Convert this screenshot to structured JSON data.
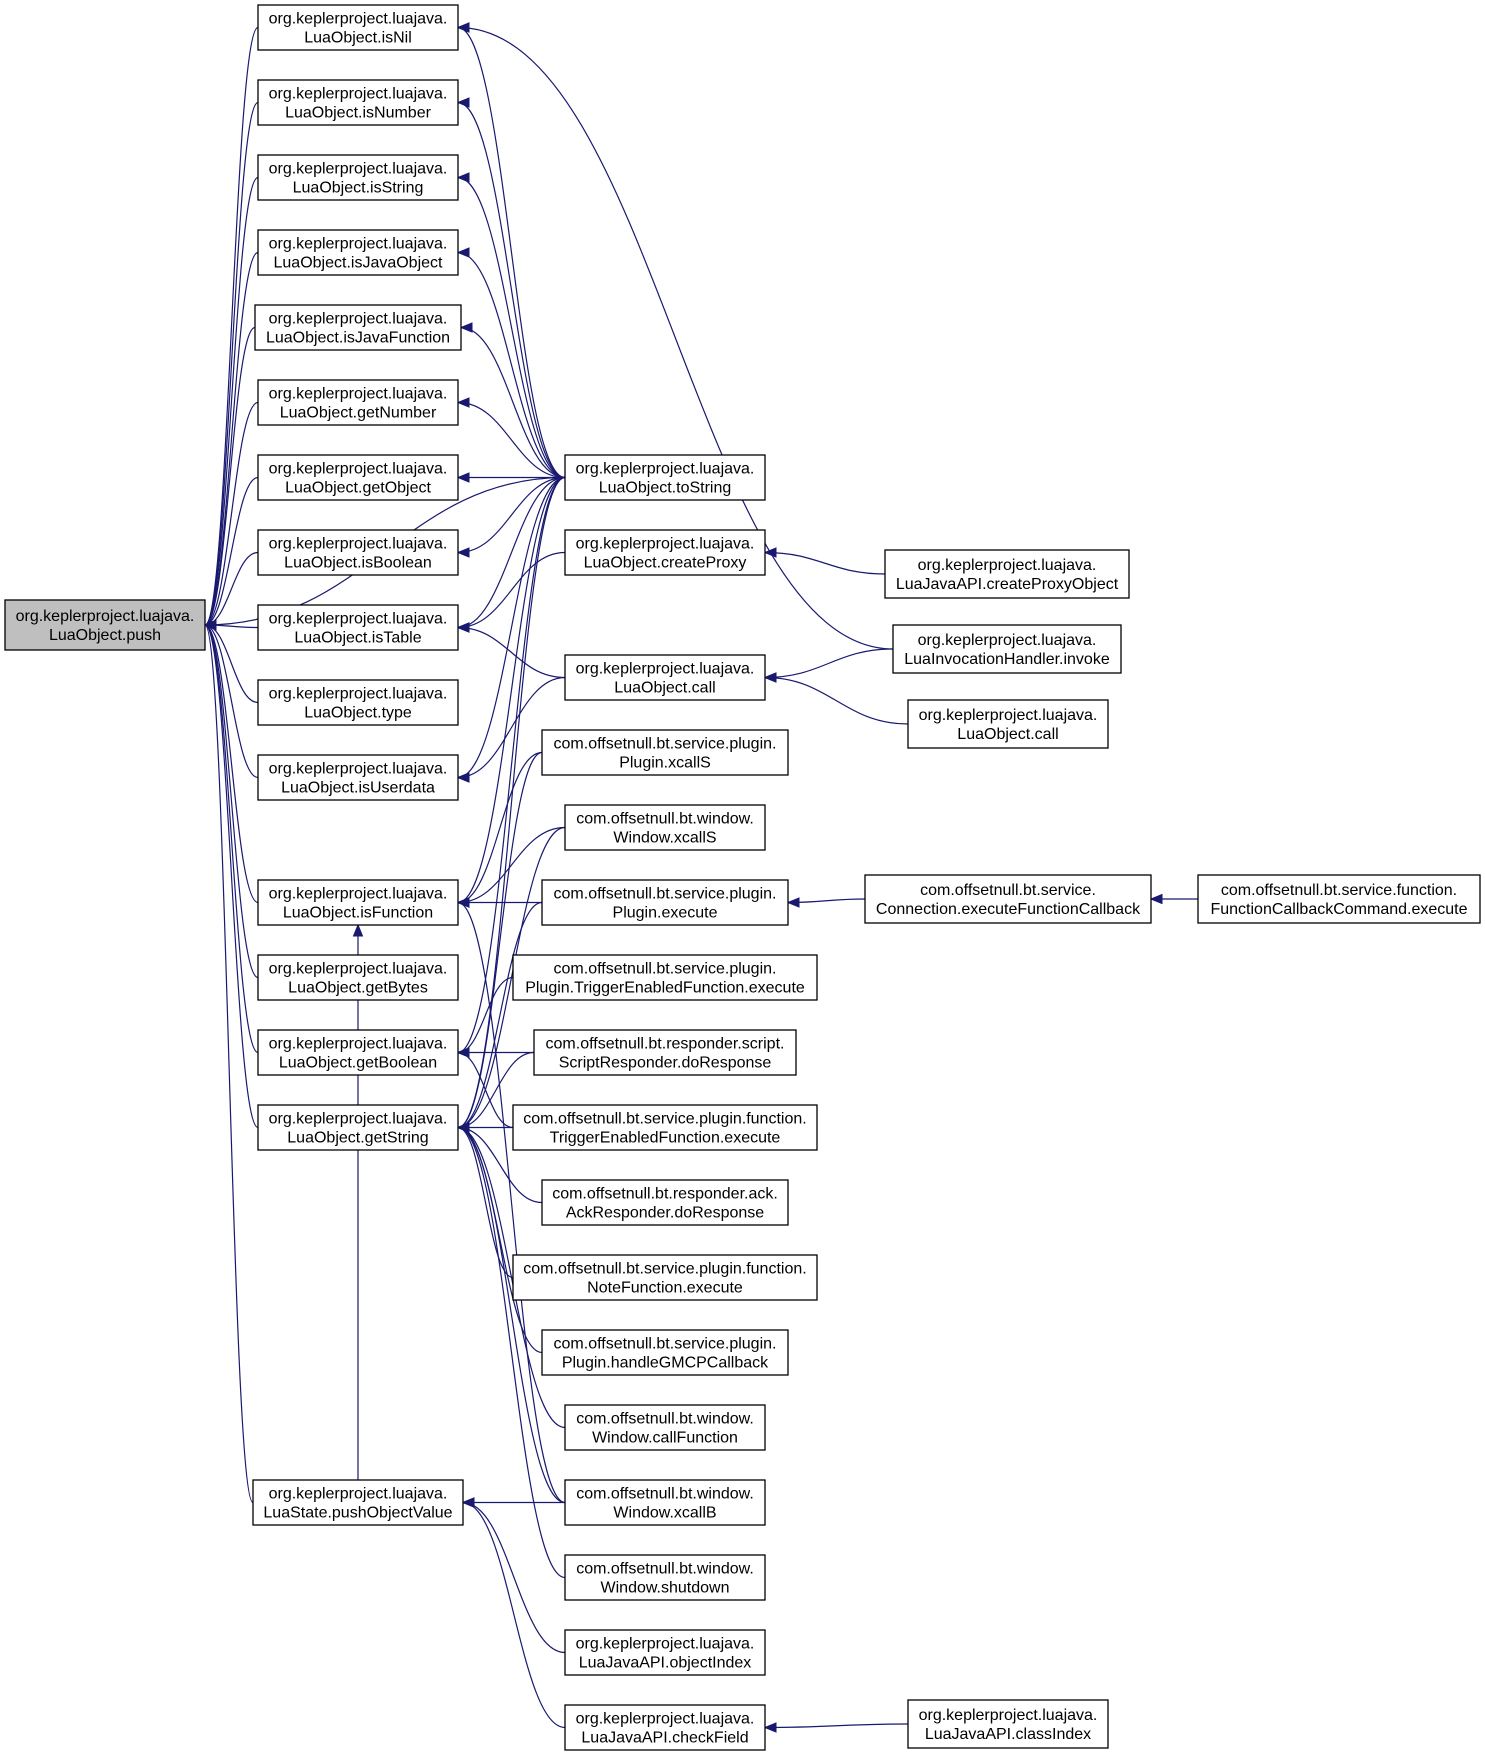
{
  "graph": {
    "nodes": [
      {
        "id": "push",
        "line1": "org.keplerproject.luajava.",
        "line2": "LuaObject.push",
        "highlight": true
      },
      {
        "id": "isNil",
        "line1": "org.keplerproject.luajava.",
        "line2": "LuaObject.isNil"
      },
      {
        "id": "isNumber",
        "line1": "org.keplerproject.luajava.",
        "line2": "LuaObject.isNumber"
      },
      {
        "id": "isString",
        "line1": "org.keplerproject.luajava.",
        "line2": "LuaObject.isString"
      },
      {
        "id": "isJavaObject",
        "line1": "org.keplerproject.luajava.",
        "line2": "LuaObject.isJavaObject"
      },
      {
        "id": "isJavaFunction",
        "line1": "org.keplerproject.luajava.",
        "line2": "LuaObject.isJavaFunction"
      },
      {
        "id": "getNumber",
        "line1": "org.keplerproject.luajava.",
        "line2": "LuaObject.getNumber"
      },
      {
        "id": "getObject",
        "line1": "org.keplerproject.luajava.",
        "line2": "LuaObject.getObject"
      },
      {
        "id": "isBoolean",
        "line1": "org.keplerproject.luajava.",
        "line2": "LuaObject.isBoolean"
      },
      {
        "id": "isTable",
        "line1": "org.keplerproject.luajava.",
        "line2": "LuaObject.isTable"
      },
      {
        "id": "type",
        "line1": "org.keplerproject.luajava.",
        "line2": "LuaObject.type"
      },
      {
        "id": "isUserdata",
        "line1": "org.keplerproject.luajava.",
        "line2": "LuaObject.isUserdata"
      },
      {
        "id": "isFunction",
        "line1": "org.keplerproject.luajava.",
        "line2": "LuaObject.isFunction"
      },
      {
        "id": "getBytes",
        "line1": "org.keplerproject.luajava.",
        "line2": "LuaObject.getBytes"
      },
      {
        "id": "getBoolean",
        "line1": "org.keplerproject.luajava.",
        "line2": "LuaObject.getBoolean"
      },
      {
        "id": "getString",
        "line1": "org.keplerproject.luajava.",
        "line2": "LuaObject.getString"
      },
      {
        "id": "pushObjectValue",
        "line1": "org.keplerproject.luajava.",
        "line2": "LuaState.pushObjectValue"
      },
      {
        "id": "toString",
        "line1": "org.keplerproject.luajava.",
        "line2": "LuaObject.toString"
      },
      {
        "id": "createProxy",
        "line1": "org.keplerproject.luajava.",
        "line2": "LuaObject.createProxy"
      },
      {
        "id": "call",
        "line1": "org.keplerproject.luajava.",
        "line2": "LuaObject.call"
      },
      {
        "id": "pluginXcallS",
        "line1": "com.offsetnull.bt.service.plugin.",
        "line2": "Plugin.xcallS"
      },
      {
        "id": "windowXcallS",
        "line1": "com.offsetnull.bt.window.",
        "line2": "Window.xcallS"
      },
      {
        "id": "pluginExecute",
        "line1": "com.offsetnull.bt.service.plugin.",
        "line2": "Plugin.execute"
      },
      {
        "id": "triggerEnabledPlugin",
        "line1": "com.offsetnull.bt.service.plugin.",
        "line2": "Plugin.TriggerEnabledFunction.execute"
      },
      {
        "id": "scriptResponder",
        "line1": "com.offsetnull.bt.responder.script.",
        "line2": "ScriptResponder.doResponse"
      },
      {
        "id": "triggerEnabledFunction",
        "line1": "com.offsetnull.bt.service.plugin.function.",
        "line2": "TriggerEnabledFunction.execute"
      },
      {
        "id": "ackResponder",
        "line1": "com.offsetnull.bt.responder.ack.",
        "line2": "AckResponder.doResponse"
      },
      {
        "id": "noteFunction",
        "line1": "com.offsetnull.bt.service.plugin.function.",
        "line2": "NoteFunction.execute"
      },
      {
        "id": "handleGMCP",
        "line1": "com.offsetnull.bt.service.plugin.",
        "line2": "Plugin.handleGMCPCallback"
      },
      {
        "id": "callFunction",
        "line1": "com.offsetnull.bt.window.",
        "line2": "Window.callFunction"
      },
      {
        "id": "xcallB",
        "line1": "com.offsetnull.bt.window.",
        "line2": "Window.xcallB"
      },
      {
        "id": "shutdown",
        "line1": "com.offsetnull.bt.window.",
        "line2": "Window.shutdown"
      },
      {
        "id": "objectIndex",
        "line1": "org.keplerproject.luajava.",
        "line2": "LuaJavaAPI.objectIndex"
      },
      {
        "id": "checkField",
        "line1": "org.keplerproject.luajava.",
        "line2": "LuaJavaAPI.checkField"
      },
      {
        "id": "createProxyObject",
        "line1": "org.keplerproject.luajava.",
        "line2": "LuaJavaAPI.createProxyObject"
      },
      {
        "id": "invoke",
        "line1": "org.keplerproject.luajava.",
        "line2": "LuaInvocationHandler.invoke"
      },
      {
        "id": "call2",
        "line1": "org.keplerproject.luajava.",
        "line2": "LuaObject.call"
      },
      {
        "id": "executeFunctionCallback",
        "line1": "com.offsetnull.bt.service.",
        "line2": "Connection.executeFunctionCallback"
      },
      {
        "id": "functionCallbackCommand",
        "line1": "com.offsetnull.bt.service.function.",
        "line2": "FunctionCallbackCommand.execute"
      },
      {
        "id": "classIndex",
        "line1": "org.keplerproject.luajava.",
        "line2": "LuaJavaAPI.classIndex"
      }
    ]
  }
}
